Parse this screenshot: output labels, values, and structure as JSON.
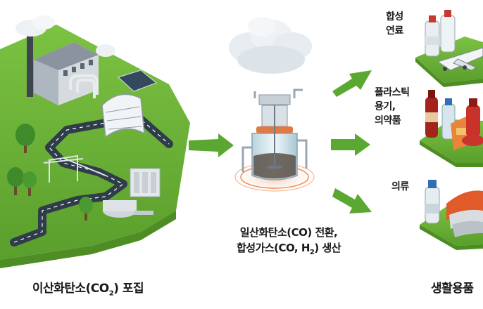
{
  "labels": {
    "capture_main": "이산화탄소(CO",
    "capture_sub": "2",
    "capture_tail": ") 포집",
    "convert_line1": "일산화탄소(CO) 전환,",
    "convert_line2_main": "합성가스(CO, H",
    "convert_line2_sub": "2",
    "convert_line2_tail": ") 생산",
    "fuel_line1": "합성",
    "fuel_line2": "연료",
    "plastic_line1": "플라스틱",
    "plastic_line2": "용기,",
    "plastic_line3": "의약품",
    "clothing": "의류",
    "goods": "생활용품"
  },
  "colors": {
    "grass": "#6fb43a",
    "grass_dark": "#4e8d24",
    "road": "#2f3d4a",
    "arrow": "#5aa832",
    "cloud": "#e9eef2",
    "reactor_glass": "#cfe3ea",
    "liquid": "#5a5048"
  }
}
